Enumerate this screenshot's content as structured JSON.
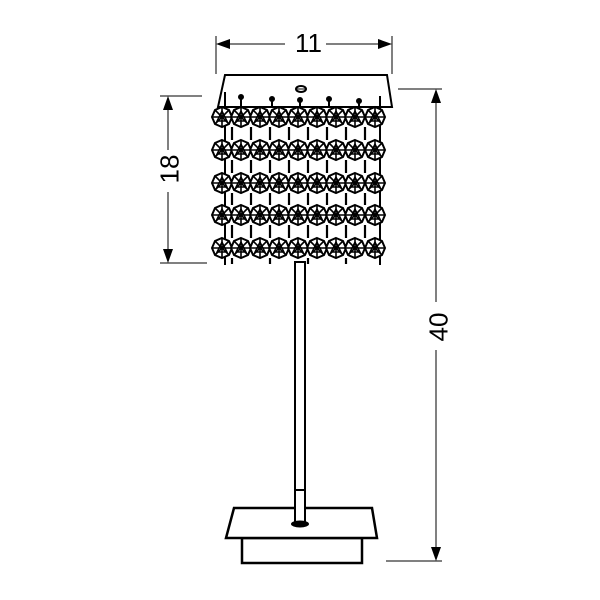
{
  "drawing": {
    "subject": "table lamp with crystal bead shade",
    "line_color": "#000000",
    "background_color": "#ffffff",
    "dimensions": {
      "shade_width": {
        "value": "11",
        "orientation": "horizontal"
      },
      "shade_height": {
        "value": "18",
        "orientation": "vertical"
      },
      "total_height": {
        "value": "40",
        "orientation": "vertical"
      }
    },
    "shade": {
      "bead_rows": 5,
      "beads_per_row": 9
    }
  }
}
